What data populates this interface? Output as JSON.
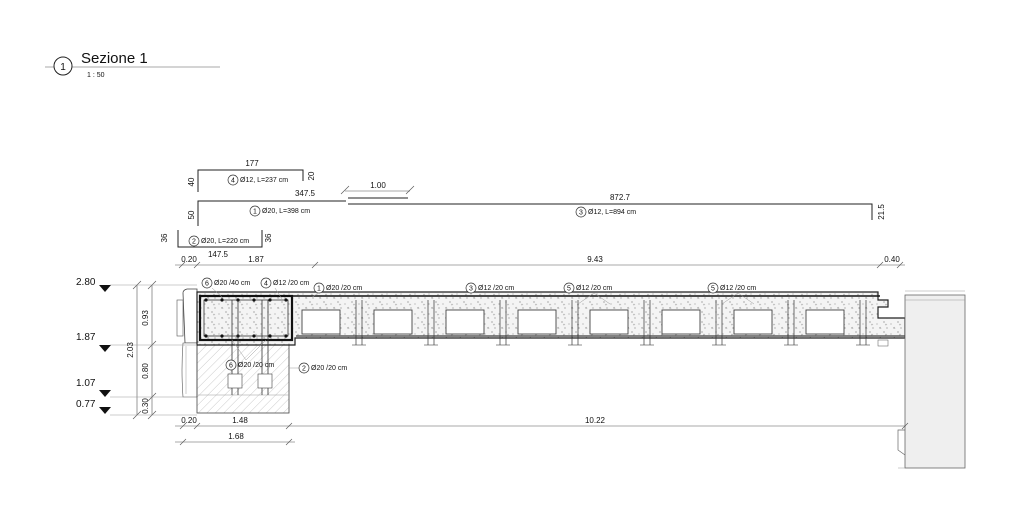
{
  "title": {
    "number": "1",
    "name": "Sezione 1",
    "scale": "1 : 50"
  },
  "bar_schedule": [
    {
      "id": "bar-4",
      "mark": "4",
      "label": "Ø12,  L=237 cm",
      "dims": [
        "177",
        "40",
        "20"
      ]
    },
    {
      "id": "bar-1",
      "mark": "1",
      "label": "Ø20,  L=398 cm",
      "dims": [
        "347.5",
        "50"
      ]
    },
    {
      "id": "bar-3",
      "mark": "3",
      "label": "Ø12,  L=894 cm",
      "dims": [
        "872.7",
        "21.5"
      ]
    },
    {
      "id": "bar-2",
      "mark": "2",
      "label": "Ø20,  L=220 cm",
      "dims": [
        "147.5",
        "36",
        "36"
      ]
    }
  ],
  "lap_label": "1.00",
  "top_dims": [
    "0.20",
    "1.87",
    "9.43",
    "0.40"
  ],
  "bottom_dims": [
    "0.20",
    "1.48",
    "10.22"
  ],
  "bottom_total": "1.68",
  "vertical_dims": [
    "0.93",
    "0.80",
    "0.30"
  ],
  "vertical_total": "2.03",
  "levels": [
    "2.80",
    "1.87",
    "1.07",
    "0.77"
  ],
  "rebar_tags": [
    {
      "mark": "6",
      "label": "Ø20 /40 cm"
    },
    {
      "mark": "4",
      "label": "Ø12 /20 cm"
    },
    {
      "mark": "1",
      "label": "Ø20 /20 cm"
    },
    {
      "mark": "3",
      "label": "Ø12 /20 cm"
    },
    {
      "mark": "5",
      "label": "Ø12 /20 cm"
    },
    {
      "mark": "5",
      "label": "Ø12 /20 cm"
    },
    {
      "mark": "6",
      "label": "Ø20 /20 cm"
    },
    {
      "mark": "2",
      "label": "Ø20 /20 cm"
    }
  ],
  "colors": {
    "line": "#222222",
    "concrete_fill": "#f2f2f2",
    "hatch": "#9a9a9a",
    "wall_fill": "#ededed"
  }
}
